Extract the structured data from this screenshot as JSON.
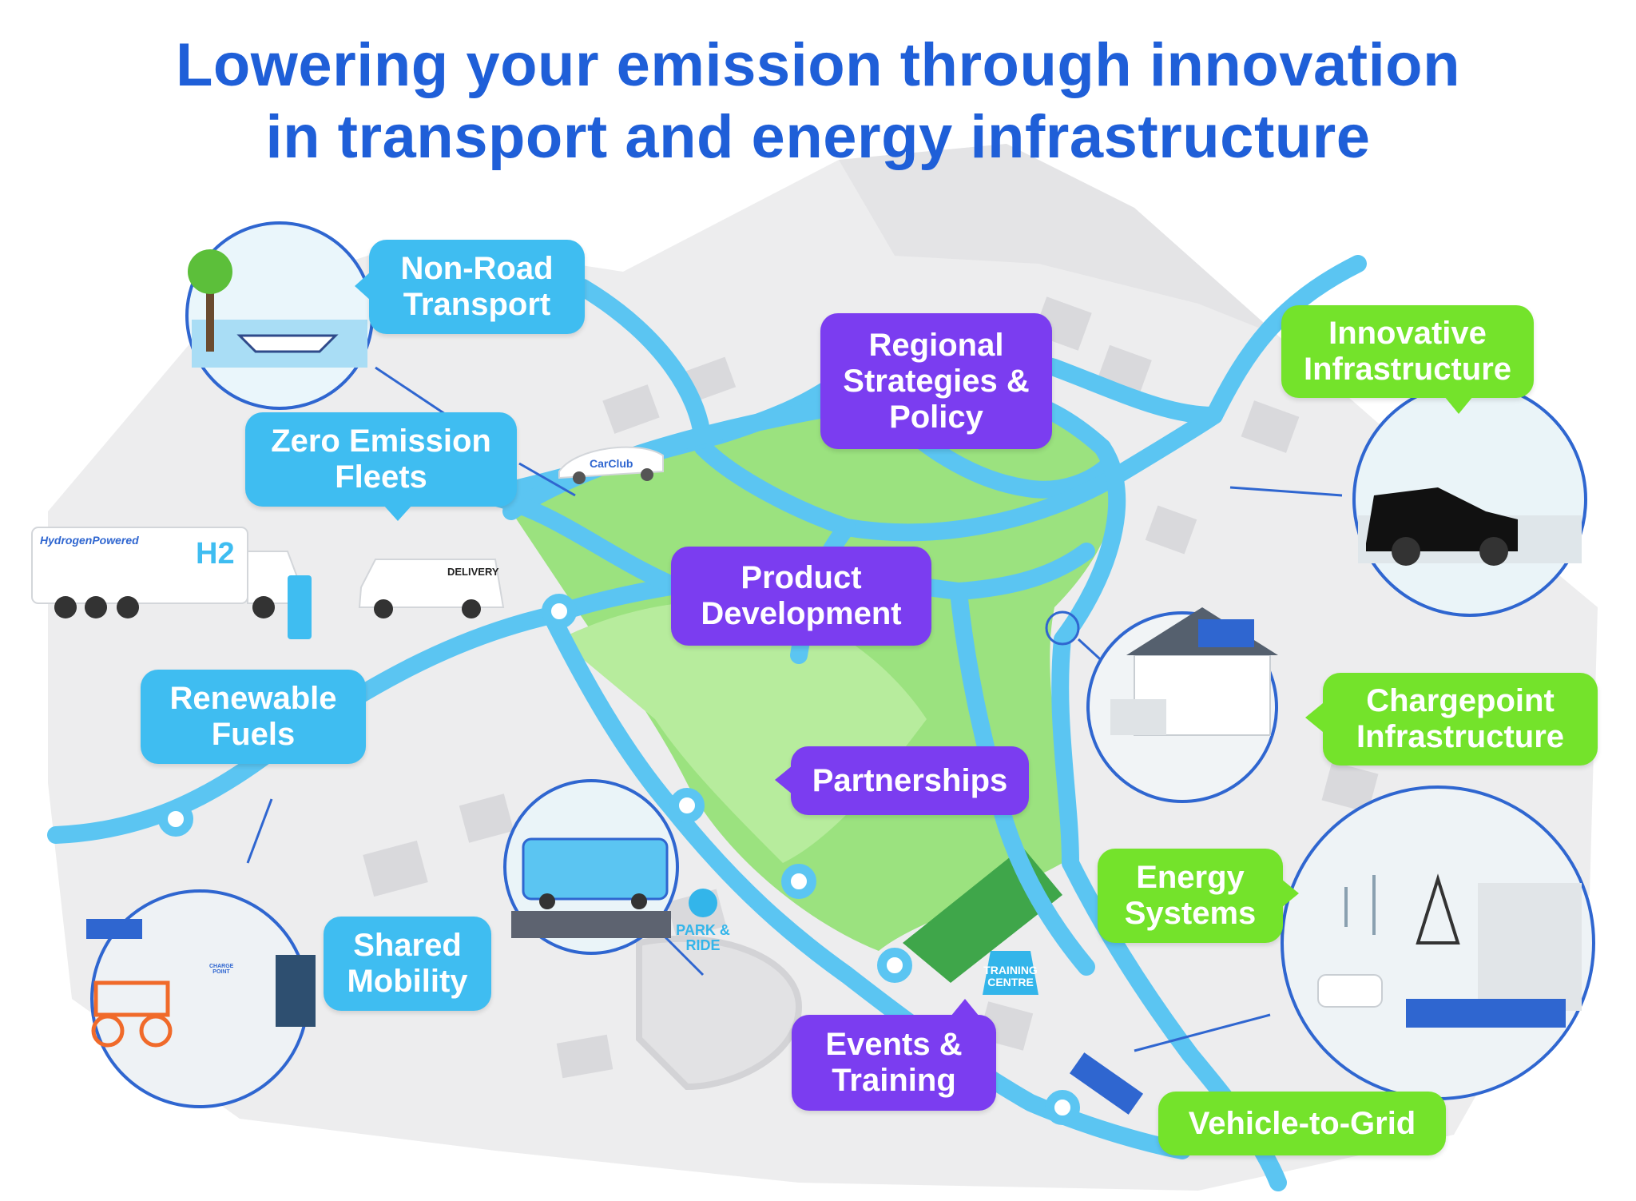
{
  "title": {
    "line1": "Lowering your emission through innovation",
    "line2": "in transport and energy infrastructure"
  },
  "colors": {
    "title": "#1f5fd8",
    "road": "#5bc5f2",
    "park": "#9be27f",
    "blue_label": "#3fbdf1",
    "purple_label": "#7b3df0",
    "green_label": "#74e32b",
    "circle_outline": "#2f66d0"
  },
  "labels": {
    "non_road": [
      "Non-Road",
      "Transport"
    ],
    "zero_emission": [
      "Zero Emission",
      "Fleets"
    ],
    "renewable": [
      "Renewable",
      "Fuels"
    ],
    "shared": [
      "Shared",
      "Mobility"
    ],
    "regional": [
      "Regional",
      "Strategies &",
      "Policy"
    ],
    "product": [
      "Product",
      "Development"
    ],
    "partnerships": [
      "Partnerships"
    ],
    "events": [
      "Events &",
      "Training"
    ],
    "innovative": [
      "Innovative",
      "Infrastructure"
    ],
    "chargepoint": [
      "Chargepoint",
      "Infrastructure"
    ],
    "energy": [
      "Energy",
      "Systems"
    ],
    "v2g": [
      "Vehicle-to-Grid"
    ]
  },
  "map_text": {
    "park_ride": [
      "PARK &",
      "RIDE"
    ],
    "training_centre": [
      "TRAINING",
      "CENTRE"
    ],
    "car_club": "CarClub",
    "hydrogen": "HydrogenPowered",
    "h2": "H2",
    "delivery": "DELIVERY",
    "charge_point": "CHARGE POINT"
  },
  "icons": {
    "boat": "boat-icon",
    "taxi": "taxi-icon",
    "house": "house-icon",
    "bus": "bus-icon",
    "bikes": "bike-icon",
    "wind": "wind-turbine-icon",
    "pylon": "pylon-icon"
  }
}
